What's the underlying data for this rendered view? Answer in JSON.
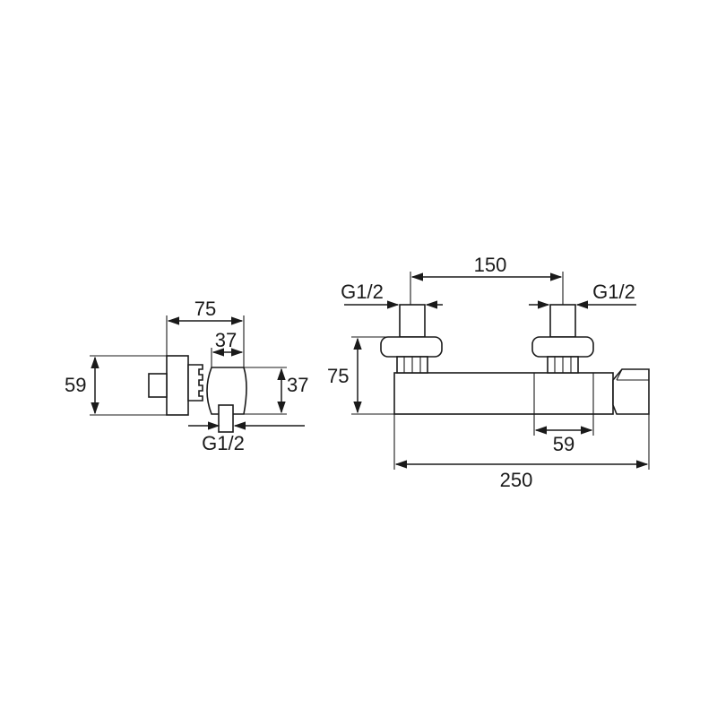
{
  "side_view": {
    "dim_depth_total": "75",
    "dim_depth_body": "37",
    "dim_height_wall": "59",
    "dim_height_body": "37",
    "outlet_thread": "G1/2"
  },
  "front_view": {
    "dim_inlet_spacing": "150",
    "inlet_left_thread": "G1/2",
    "inlet_right_thread": "G1/2",
    "dim_height": "75",
    "dim_inlet_offset": "59",
    "dim_total_length": "250"
  }
}
